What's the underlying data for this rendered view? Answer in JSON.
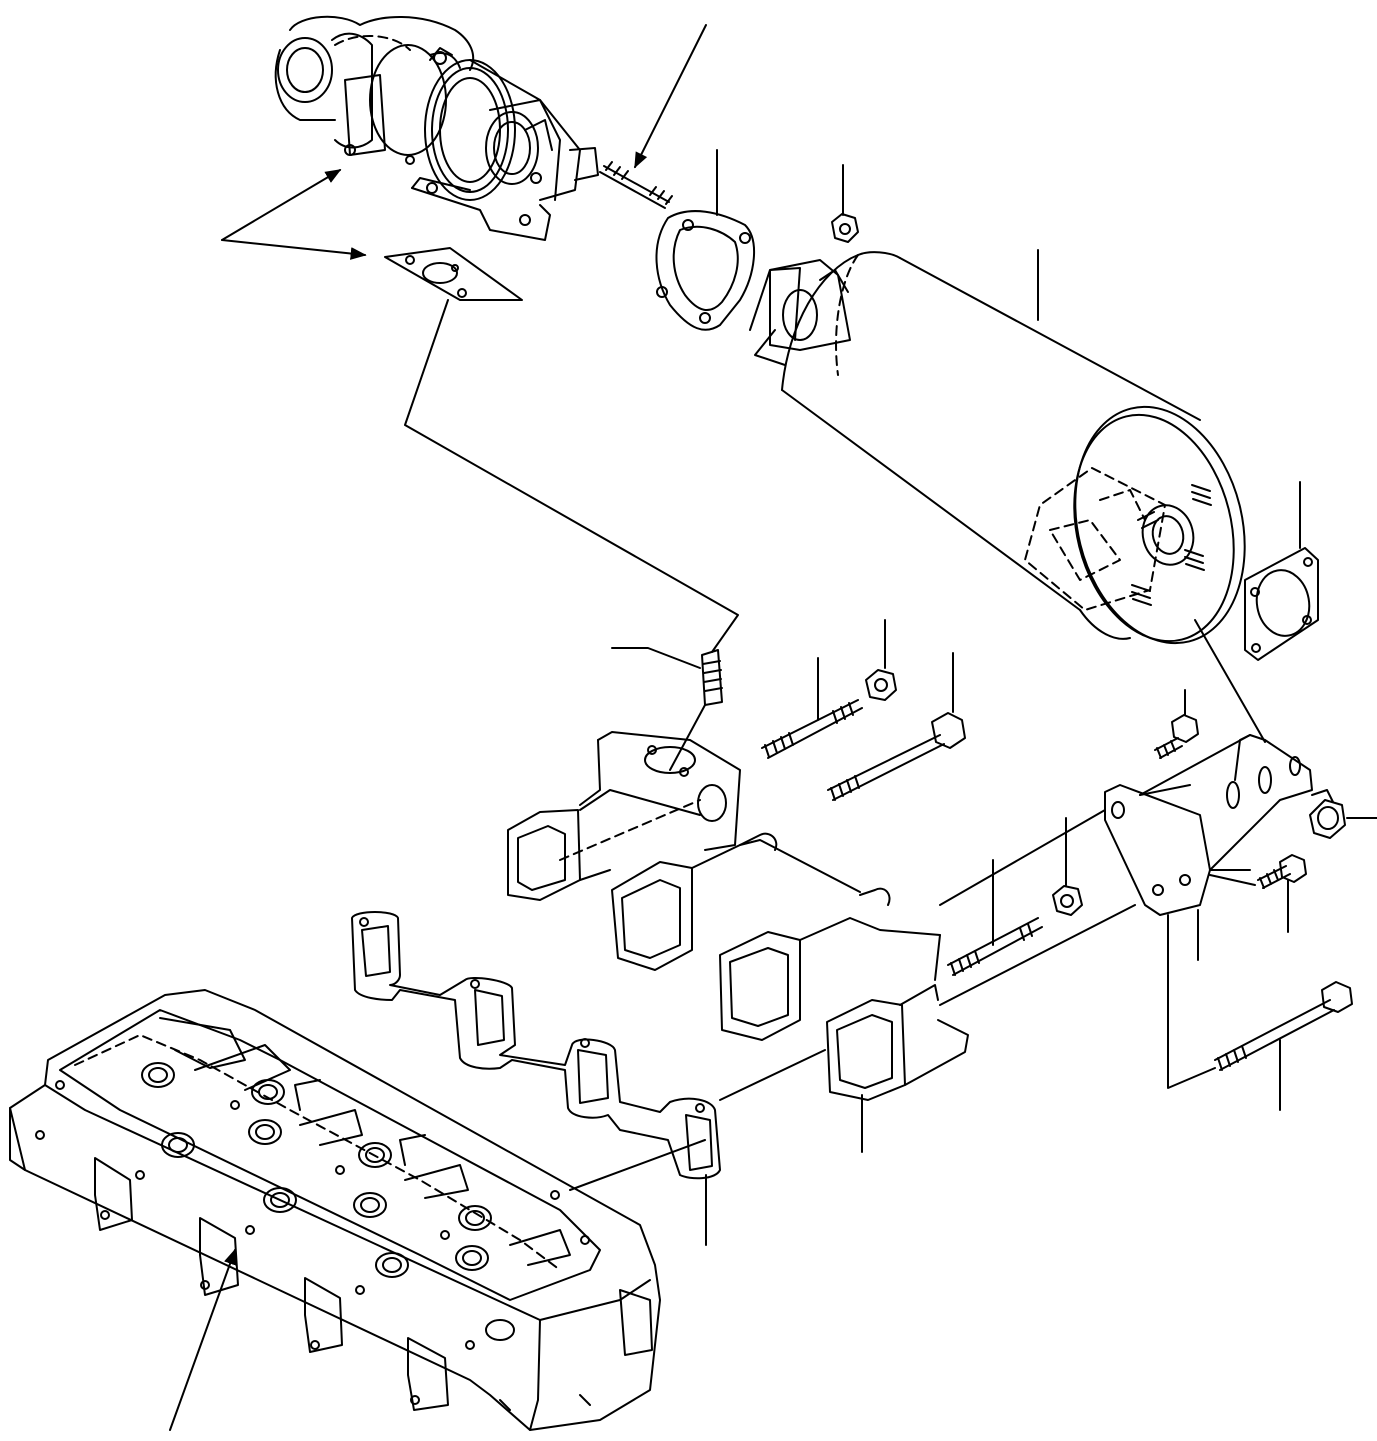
{
  "diagram": {
    "style": {
      "ink": "#000000",
      "paper": "#ffffff"
    },
    "parts": [
      {
        "id": "turbocharger",
        "kind": "turbocharger"
      },
      {
        "id": "turbo-gasket",
        "kind": "gasket"
      },
      {
        "id": "turbo-stud",
        "kind": "stud"
      },
      {
        "id": "muffler-inlet-gasket",
        "kind": "gasket"
      },
      {
        "id": "muffler-nut",
        "kind": "nut"
      },
      {
        "id": "muffler",
        "kind": "muffler"
      },
      {
        "id": "muffler-outlet-gasket",
        "kind": "gasket"
      },
      {
        "id": "manifold-stud",
        "kind": "stud"
      },
      {
        "id": "long-stud",
        "kind": "stud"
      },
      {
        "id": "manifold-nut",
        "kind": "nut"
      },
      {
        "id": "long-bolt",
        "kind": "bolt"
      },
      {
        "id": "exhaust-manifold",
        "kind": "manifold"
      },
      {
        "id": "bracket-bolt-upper",
        "kind": "bolt"
      },
      {
        "id": "bracket-plug",
        "kind": "plug"
      },
      {
        "id": "muffler-bracket",
        "kind": "bracket"
      },
      {
        "id": "bracket-bolt-lower",
        "kind": "bolt"
      },
      {
        "id": "bracket-stud",
        "kind": "stud"
      },
      {
        "id": "bracket-nut",
        "kind": "nut"
      },
      {
        "id": "bracket-long-bolt",
        "kind": "bolt"
      },
      {
        "id": "manifold-gasket",
        "kind": "gasket"
      },
      {
        "id": "cylinder-head",
        "kind": "cylinder-head"
      }
    ]
  }
}
